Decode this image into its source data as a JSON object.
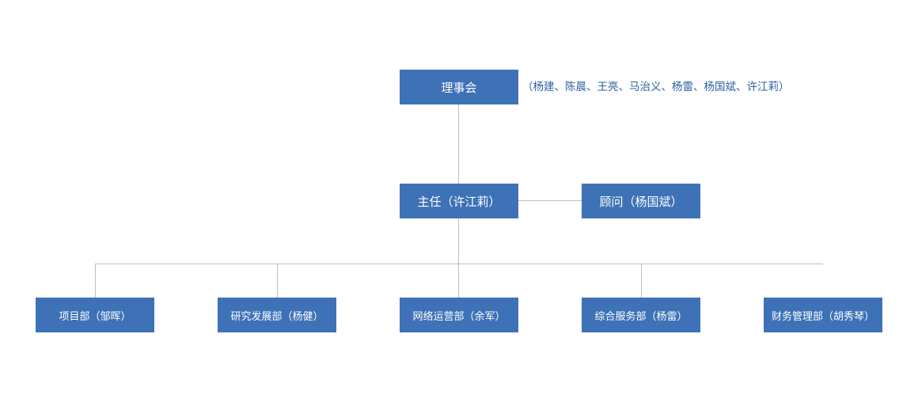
{
  "colors": {
    "box_fill": "#3d72b7",
    "box_text": "#ffffff",
    "connector": "#bfbfbf",
    "members_text": "#2e5fa0"
  },
  "board": {
    "label": "理事会",
    "members": "（杨建、陈晨、王亮、马治义、杨雷、杨国斌、许江莉）"
  },
  "director": {
    "label": "主任（许江莉）"
  },
  "advisor": {
    "label": "顾问（杨国斌）"
  },
  "departments": [
    {
      "label": "项目部（邹晖）"
    },
    {
      "label": "研究发展部（杨健）"
    },
    {
      "label": "网络运营部（余军）"
    },
    {
      "label": "综合服务部（杨雷）"
    },
    {
      "label": "财务管理部（胡秀琴）"
    }
  ]
}
